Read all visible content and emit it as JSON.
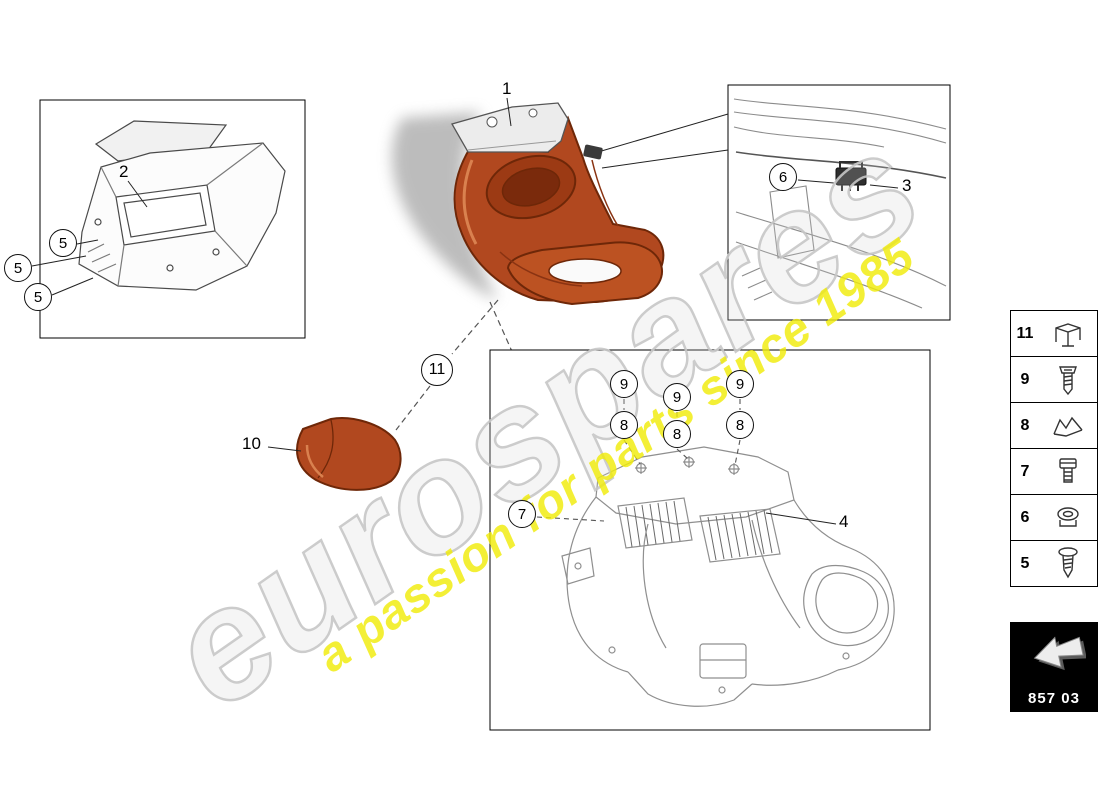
{
  "watermark": {
    "brand": "eurospares",
    "tagline": "a passion for parts since 1985",
    "brand_color": "#c6c6c6",
    "tagline_color": "#f0ec0a"
  },
  "colors": {
    "part_orange": "#b1481f",
    "part_orange_dark": "#6e2708",
    "line_art_gray": "#8f8f8f",
    "box_border": "#000000",
    "nav_box_bg": "#000000"
  },
  "callouts": {
    "part1": "1",
    "part2": "2",
    "part3": "3",
    "part4": "4",
    "fastener5": [
      "5",
      "5",
      "5"
    ],
    "fastener6": "6",
    "fastener7": "7",
    "fastener8": [
      "8",
      "8",
      "8"
    ],
    "fastener9": [
      "9",
      "9",
      "9"
    ],
    "part10": "10",
    "fastener11": "11"
  },
  "legend": {
    "rows": [
      {
        "number": "11",
        "icon": "trim-clip-icon"
      },
      {
        "number": "9",
        "icon": "pan-screw-icon"
      },
      {
        "number": "8",
        "icon": "spring-clip-icon"
      },
      {
        "number": "7",
        "icon": "socket-bolt-icon"
      },
      {
        "number": "6",
        "icon": "grommet-icon"
      },
      {
        "number": "5",
        "icon": "tapping-screw-icon"
      }
    ],
    "part_code": "857 03"
  }
}
